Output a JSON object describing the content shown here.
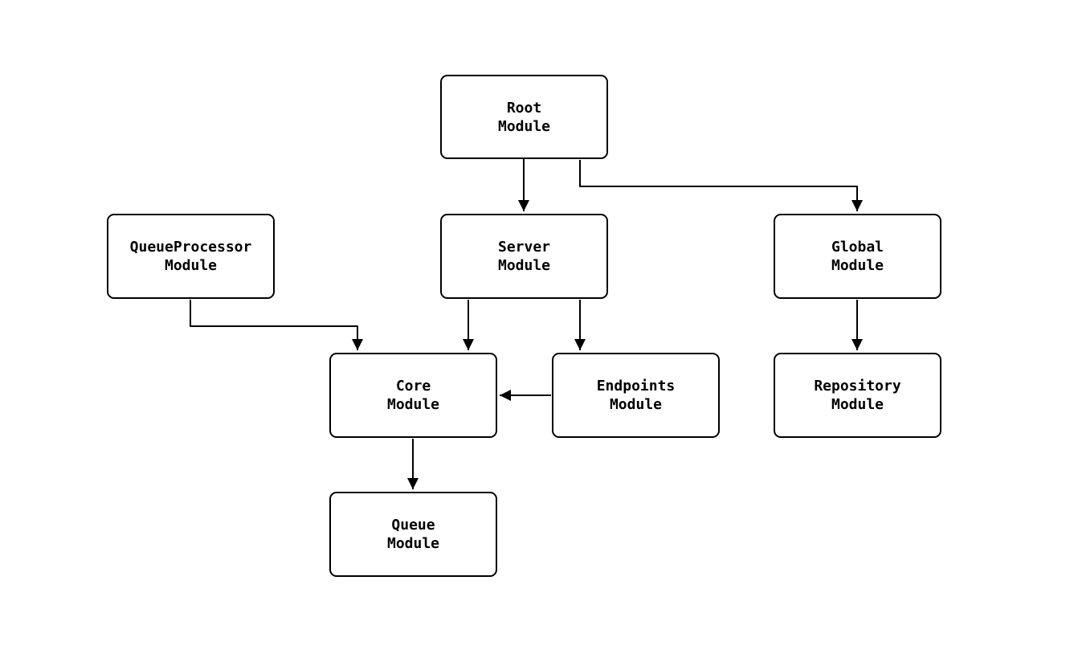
{
  "diagram": {
    "type": "module-dependency-graph",
    "background_color": "#ffffff",
    "node_fill_color": "#ffffff",
    "node_border_color": "#000000",
    "edge_color": "#000000",
    "nodes": {
      "root": {
        "label": "Root\nModule"
      },
      "server": {
        "label": "Server\nModule"
      },
      "global": {
        "label": "Global\nModule"
      },
      "queueprocessor": {
        "label": "QueueProcessor\nModule"
      },
      "core": {
        "label": "Core\nModule"
      },
      "endpoints": {
        "label": "Endpoints\nModule"
      },
      "repository": {
        "label": "Repository\nModule"
      },
      "queue": {
        "label": "Queue\nModule"
      }
    },
    "edges": [
      {
        "from": "Root Module",
        "to": "Server Module"
      },
      {
        "from": "Root Module",
        "to": "Global Module"
      },
      {
        "from": "QueueProcessor Module",
        "to": "Core Module"
      },
      {
        "from": "Server Module",
        "to": "Core Module"
      },
      {
        "from": "Server Module",
        "to": "Endpoints Module"
      },
      {
        "from": "Endpoints Module",
        "to": "Core Module"
      },
      {
        "from": "Global Module",
        "to": "Repository Module"
      },
      {
        "from": "Core Module",
        "to": "Queue Module"
      }
    ]
  }
}
